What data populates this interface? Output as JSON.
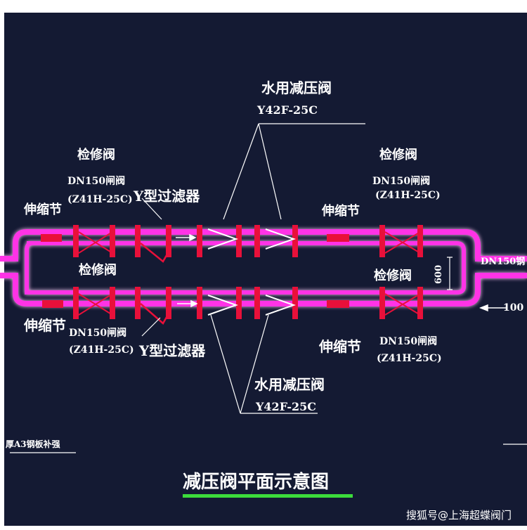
{
  "colors": {
    "background": "#141a33",
    "pipe": "#ff33e6",
    "pipe_glow": "#ffc4f6",
    "valve": "#e8103a",
    "line": "#ffffff",
    "underline": "#3cdc3c"
  },
  "labels": {
    "top_reducer_name": "水用减压阀",
    "top_reducer_model": "Y42F-25C",
    "bottom_reducer_name": "水用减压阀",
    "bottom_reducer_model": "Y42F-25C",
    "top_left_service": "检修阀",
    "top_left_gate": "DN150闸阀",
    "top_left_gate_model": "(Z41H-25C)",
    "top_left_strainer": "Y型过滤器",
    "top_left_expansion": "伸缩节",
    "top_right_service": "检修阀",
    "top_right_gate": "DN150闸阀",
    "top_right_gate_model": "(Z41H-25C)",
    "top_right_expansion": "伸缩节",
    "mid_left_service": "检修阀",
    "mid_right_service": "检修阀",
    "bottom_left_expansion": "伸缩节",
    "bottom_left_gate": "DN150闸阀",
    "bottom_left_gate_model": "(Z41H-25C)",
    "bottom_left_strainer": "Y型过滤器",
    "bottom_right_expansion": "伸缩节",
    "bottom_right_gate": "DN150闸阀",
    "bottom_right_gate_model": "(Z41H-25C)",
    "dimension": "600",
    "right_pipe": "DN150钢",
    "right_flow": "100",
    "plate_note": "厚A3钢板补强",
    "title": "减压阀平面示意图",
    "watermark": "搜狐号@上海超蝶阀门"
  }
}
